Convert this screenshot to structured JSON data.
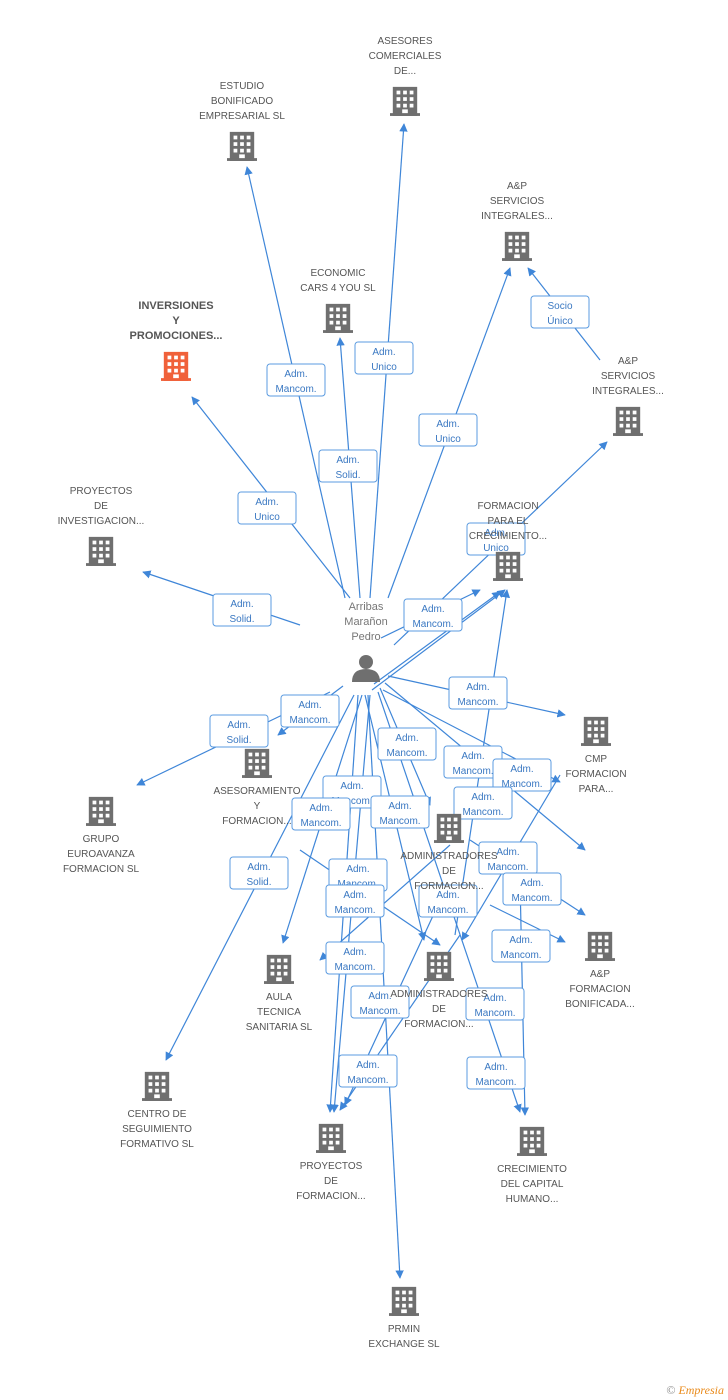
{
  "colors": {
    "edge": "#3f86d8",
    "building": "#6f6f6f",
    "highlight": "#f0613a",
    "person": "#6f6f6f"
  },
  "person": {
    "lines": [
      "Arribas",
      "Marañon",
      "Pedro"
    ],
    "icon": "person-icon"
  },
  "nodes": [
    {
      "id": "asesores",
      "lines": [
        "ASESORES",
        "COMERCIALES",
        "DE..."
      ],
      "highlight": false
    },
    {
      "id": "estudio",
      "lines": [
        "ESTUDIO",
        "BONIFICADO",
        "EMPRESARIAL SL"
      ],
      "highlight": false
    },
    {
      "id": "ap1",
      "lines": [
        "A&P",
        "SERVICIOS",
        "INTEGRALES..."
      ],
      "highlight": false
    },
    {
      "id": "economic",
      "lines": [
        "ECONOMIC",
        "CARS 4 YOU SL"
      ],
      "highlight": false
    },
    {
      "id": "inversiones",
      "lines": [
        "INVERSIONES",
        "Y",
        "PROMOCIONES..."
      ],
      "highlight": true
    },
    {
      "id": "ap2",
      "lines": [
        "A&P",
        "SERVICIOS",
        "INTEGRALES..."
      ],
      "highlight": false
    },
    {
      "id": "proyinv",
      "lines": [
        "PROYECTOS",
        "DE",
        "INVESTIGACION..."
      ],
      "highlight": false
    },
    {
      "id": "formacion",
      "lines": [
        "FORMACION",
        "PARA EL",
        "CRECIMIENTO..."
      ],
      "highlight": false
    },
    {
      "id": "cmp",
      "lines": [
        "CMP",
        "FORMACION",
        "PARA..."
      ],
      "highlight": false
    },
    {
      "id": "asesoramiento",
      "lines": [
        "ASESORAMIENTO",
        "Y",
        "FORMACION..."
      ],
      "highlight": false
    },
    {
      "id": "grupo",
      "lines": [
        "GRUPO",
        "EUROAVANZA",
        "FORMACION  SL"
      ],
      "highlight": false
    },
    {
      "id": "admin1",
      "lines": [
        "ADMINISTRADORES",
        "DE",
        "FORMACION..."
      ],
      "highlight": false
    },
    {
      "id": "apbon",
      "lines": [
        "A&P",
        "FORMACION",
        "BONIFICADA..."
      ],
      "highlight": false
    },
    {
      "id": "aula",
      "lines": [
        "AULA",
        "TECNICA",
        "SANITARIA  SL"
      ],
      "highlight": false
    },
    {
      "id": "admin2",
      "lines": [
        "ADMINISTRADORES",
        "DE",
        "FORMACION..."
      ],
      "highlight": false
    },
    {
      "id": "centro",
      "lines": [
        "CENTRO DE",
        "SEGUIMIENTO",
        "FORMATIVO  SL"
      ],
      "highlight": false
    },
    {
      "id": "proyform",
      "lines": [
        "PROYECTOS",
        "DE",
        "FORMACION..."
      ],
      "highlight": false
    },
    {
      "id": "crecimiento",
      "lines": [
        "CRECIMIENTO",
        "DEL CAPITAL",
        "HUMANO..."
      ],
      "highlight": false
    },
    {
      "id": "prmin",
      "lines": [
        "PRMIN",
        "EXCHANGE SL"
      ],
      "highlight": false
    }
  ],
  "badges": [
    {
      "lines": [
        "Adm.",
        "Mancom."
      ]
    },
    {
      "lines": [
        "Adm.",
        "Unico"
      ]
    },
    {
      "lines": [
        "Adm.",
        "Unico"
      ]
    },
    {
      "lines": [
        "Socio",
        "Único"
      ]
    },
    {
      "lines": [
        "Adm.",
        "Solid."
      ]
    },
    {
      "lines": [
        "Adm.",
        "Unico"
      ]
    },
    {
      "lines": [
        "Adm.",
        "Unico"
      ]
    },
    {
      "lines": [
        "Adm.",
        "Solid."
      ]
    },
    {
      "lines": [
        "Adm.",
        "Mancom."
      ]
    },
    {
      "lines": [
        "Adm.",
        "Mancom."
      ]
    },
    {
      "lines": [
        "Adm.",
        "Mancom."
      ]
    },
    {
      "lines": [
        "Adm.",
        "Solid."
      ]
    },
    {
      "lines": [
        "Adm.",
        "Mancom."
      ]
    },
    {
      "lines": [
        "Adm.",
        "Mancom."
      ]
    },
    {
      "lines": [
        "Adm.",
        "Mancom."
      ]
    },
    {
      "lines": [
        "Adm.",
        "Mancom."
      ]
    },
    {
      "lines": [
        "Adm.",
        "Mancom."
      ]
    },
    {
      "lines": [
        "Adm.",
        "Mancom."
      ]
    },
    {
      "lines": [
        "Adm.",
        "Mancom."
      ]
    },
    {
      "lines": [
        "Adm.",
        "Solid."
      ]
    },
    {
      "lines": [
        "Adm.",
        "Mancom."
      ]
    },
    {
      "lines": [
        "Adm.",
        "Mancom."
      ]
    },
    {
      "lines": [
        "Adm.",
        "Mancom."
      ]
    },
    {
      "lines": [
        "Adm.",
        "Mancom."
      ]
    },
    {
      "lines": [
        "Adm.",
        "Mancom."
      ]
    },
    {
      "lines": [
        "Adm.",
        "Mancom."
      ]
    },
    {
      "lines": [
        "Adm.",
        "Mancom."
      ]
    },
    {
      "lines": [
        "Adm.",
        "Mancom."
      ]
    },
    {
      "lines": [
        "Adm.",
        "Mancom."
      ]
    },
    {
      "lines": [
        "Adm.",
        "Mancom."
      ]
    },
    {
      "lines": [
        "Adm.",
        "Mancom."
      ]
    }
  ],
  "footer": {
    "copyright": "©",
    "brand": "Empresia"
  }
}
